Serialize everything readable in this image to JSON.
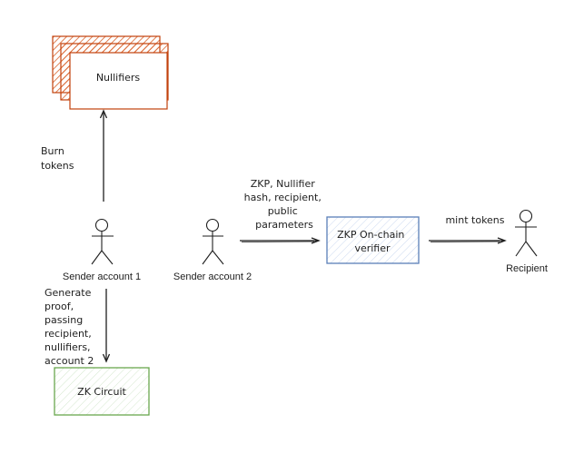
{
  "diagram": {
    "nodes": {
      "nullifiers": {
        "label": "Nullifiers",
        "stroke": "#c2410c"
      },
      "zk_circuit": {
        "label": "ZK Circuit",
        "stroke": "#6aa84f"
      },
      "verifier": {
        "label_lines": [
          "ZKP On-chain",
          "verifier"
        ],
        "stroke": "#5b7fb8"
      }
    },
    "actors": {
      "sender1": {
        "label": "Sender account 1"
      },
      "sender2": {
        "label": "Sender account 2"
      },
      "recipient": {
        "label": "Recipient"
      }
    },
    "edges": {
      "burn": {
        "label_lines": [
          "Burn",
          "tokens"
        ]
      },
      "generate": {
        "label_lines": [
          "Generate",
          "proof,",
          "passing",
          "recipient,",
          "nullifiers,",
          "account 2"
        ]
      },
      "zkp": {
        "label_lines": [
          "ZKP, Nullifier",
          "hash, recipient,",
          "public",
          "parameters"
        ]
      },
      "mint": {
        "label": "mint tokens"
      }
    }
  }
}
